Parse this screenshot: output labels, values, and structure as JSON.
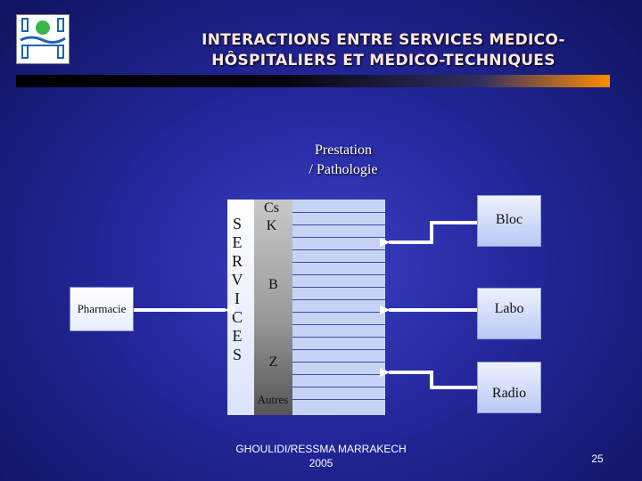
{
  "title": {
    "line1": "INTERACTIONS ENTRE SERVICES MEDICO-",
    "line2": "HÔSPITALIERS ET MEDICO-TECHNIQUES"
  },
  "diagram": {
    "prestation": {
      "line1": "Prestation",
      "line2": "/ Pathologie"
    },
    "pharmacie": "Pharmacie",
    "services_letters": [
      "S",
      "E",
      "R",
      "V",
      "I",
      "C",
      "E",
      "S"
    ],
    "middle": {
      "cs": "Cs",
      "k": "K",
      "b": "B",
      "z": "Z",
      "autres": "Autres"
    },
    "right_boxes": [
      "Bloc",
      "Labo",
      "Radio"
    ],
    "colors": {
      "background": "#23279a",
      "title_text": "#ffe9e0",
      "accent_orange": "#ff8c00",
      "logo_green": "#3ab54a",
      "logo_blue": "#1e63b5"
    }
  },
  "footer": {
    "line1": "GHOULIDI/RESSMA MARRAKECH",
    "line2": "2005"
  },
  "page_number": "25"
}
